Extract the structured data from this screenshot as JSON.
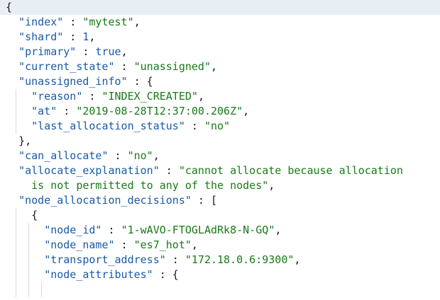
{
  "viewer": {
    "lines": [
      {
        "indent": 0,
        "parts": [
          {
            "t": "punc",
            "v": "{"
          }
        ],
        "guides": []
      },
      {
        "indent": 1,
        "parts": [
          {
            "t": "key",
            "v": "\"index\""
          },
          {
            "t": "punc",
            "v": " : "
          },
          {
            "t": "str",
            "v": "\"mytest\""
          },
          {
            "t": "punc",
            "v": ","
          }
        ],
        "guides": []
      },
      {
        "indent": 1,
        "parts": [
          {
            "t": "key",
            "v": "\"shard\""
          },
          {
            "t": "punc",
            "v": " : "
          },
          {
            "t": "num",
            "v": "1"
          },
          {
            "t": "punc",
            "v": ","
          }
        ],
        "guides": []
      },
      {
        "indent": 1,
        "parts": [
          {
            "t": "key",
            "v": "\"primary\""
          },
          {
            "t": "punc",
            "v": " : "
          },
          {
            "t": "bool",
            "v": "true"
          },
          {
            "t": "punc",
            "v": ","
          }
        ],
        "guides": []
      },
      {
        "indent": 1,
        "parts": [
          {
            "t": "key",
            "v": "\"current_state\""
          },
          {
            "t": "punc",
            "v": " : "
          },
          {
            "t": "str",
            "v": "\"unassigned\""
          },
          {
            "t": "punc",
            "v": ","
          }
        ],
        "guides": []
      },
      {
        "indent": 1,
        "parts": [
          {
            "t": "key",
            "v": "\"unassigned_info\""
          },
          {
            "t": "punc",
            "v": " : {"
          }
        ],
        "guides": []
      },
      {
        "indent": 2,
        "parts": [
          {
            "t": "key",
            "v": "\"reason\""
          },
          {
            "t": "punc",
            "v": " : "
          },
          {
            "t": "str",
            "v": "\"INDEX_CREATED\""
          },
          {
            "t": "punc",
            "v": ","
          }
        ],
        "guides": [
          1
        ]
      },
      {
        "indent": 2,
        "parts": [
          {
            "t": "key",
            "v": "\"at\""
          },
          {
            "t": "punc",
            "v": " : "
          },
          {
            "t": "str",
            "v": "\"2019-08-28T12:37:00.206Z\""
          },
          {
            "t": "punc",
            "v": ","
          }
        ],
        "guides": [
          1
        ]
      },
      {
        "indent": 2,
        "parts": [
          {
            "t": "key",
            "v": "\"last_allocation_status\""
          },
          {
            "t": "punc",
            "v": " : "
          },
          {
            "t": "str",
            "v": "\"no\""
          }
        ],
        "guides": [
          1
        ]
      },
      {
        "indent": 1,
        "parts": [
          {
            "t": "punc",
            "v": "},"
          }
        ],
        "guides": []
      },
      {
        "indent": 1,
        "parts": [
          {
            "t": "key",
            "v": "\"can_allocate\""
          },
          {
            "t": "punc",
            "v": " : "
          },
          {
            "t": "str",
            "v": "\"no\""
          },
          {
            "t": "punc",
            "v": ","
          }
        ],
        "guides": []
      },
      {
        "indent": 1,
        "parts": [
          {
            "t": "key",
            "v": "\"allocate_explanation\""
          },
          {
            "t": "punc",
            "v": " : "
          },
          {
            "t": "str",
            "v": "\"cannot allocate because allocation"
          }
        ],
        "guides": []
      },
      {
        "indent": 1,
        "extra": 2,
        "parts": [
          {
            "t": "str",
            "v": "is not permitted to any of the nodes\""
          },
          {
            "t": "punc",
            "v": ","
          }
        ],
        "guides": []
      },
      {
        "indent": 1,
        "parts": [
          {
            "t": "key",
            "v": "\"node_allocation_decisions\""
          },
          {
            "t": "punc",
            "v": " : ["
          }
        ],
        "guides": []
      },
      {
        "indent": 2,
        "parts": [
          {
            "t": "punc",
            "v": "{"
          }
        ],
        "guides": [
          1
        ]
      },
      {
        "indent": 3,
        "parts": [
          {
            "t": "key",
            "v": "\"node_id\""
          },
          {
            "t": "punc",
            "v": " : "
          },
          {
            "t": "str",
            "v": "\"1-wAVO-FTOGLAdRk8-N-GQ\""
          },
          {
            "t": "punc",
            "v": ","
          }
        ],
        "guides": [
          1,
          2
        ]
      },
      {
        "indent": 3,
        "parts": [
          {
            "t": "key",
            "v": "\"node_name\""
          },
          {
            "t": "punc",
            "v": " : "
          },
          {
            "t": "str",
            "v": "\"es7_hot\""
          },
          {
            "t": "punc",
            "v": ","
          }
        ],
        "guides": [
          1,
          2
        ]
      },
      {
        "indent": 3,
        "parts": [
          {
            "t": "key",
            "v": "\"transport_address\""
          },
          {
            "t": "punc",
            "v": " : "
          },
          {
            "t": "str",
            "v": "\"172.18.0.6:9300\""
          },
          {
            "t": "punc",
            "v": ","
          }
        ],
        "guides": [
          1,
          2
        ]
      },
      {
        "indent": 3,
        "parts": [
          {
            "t": "key",
            "v": "\"node_attributes\""
          },
          {
            "t": "punc",
            "v": " : {"
          }
        ],
        "guides": [
          1,
          2
        ]
      },
      {
        "indent": 4,
        "parts": [],
        "guides": [
          1,
          2,
          3
        ]
      }
    ],
    "colors": {
      "key": "#1a5aa6",
      "string": "#187a18",
      "number": "#1a5aa6",
      "active_line_bg": "#e8eef4"
    }
  }
}
